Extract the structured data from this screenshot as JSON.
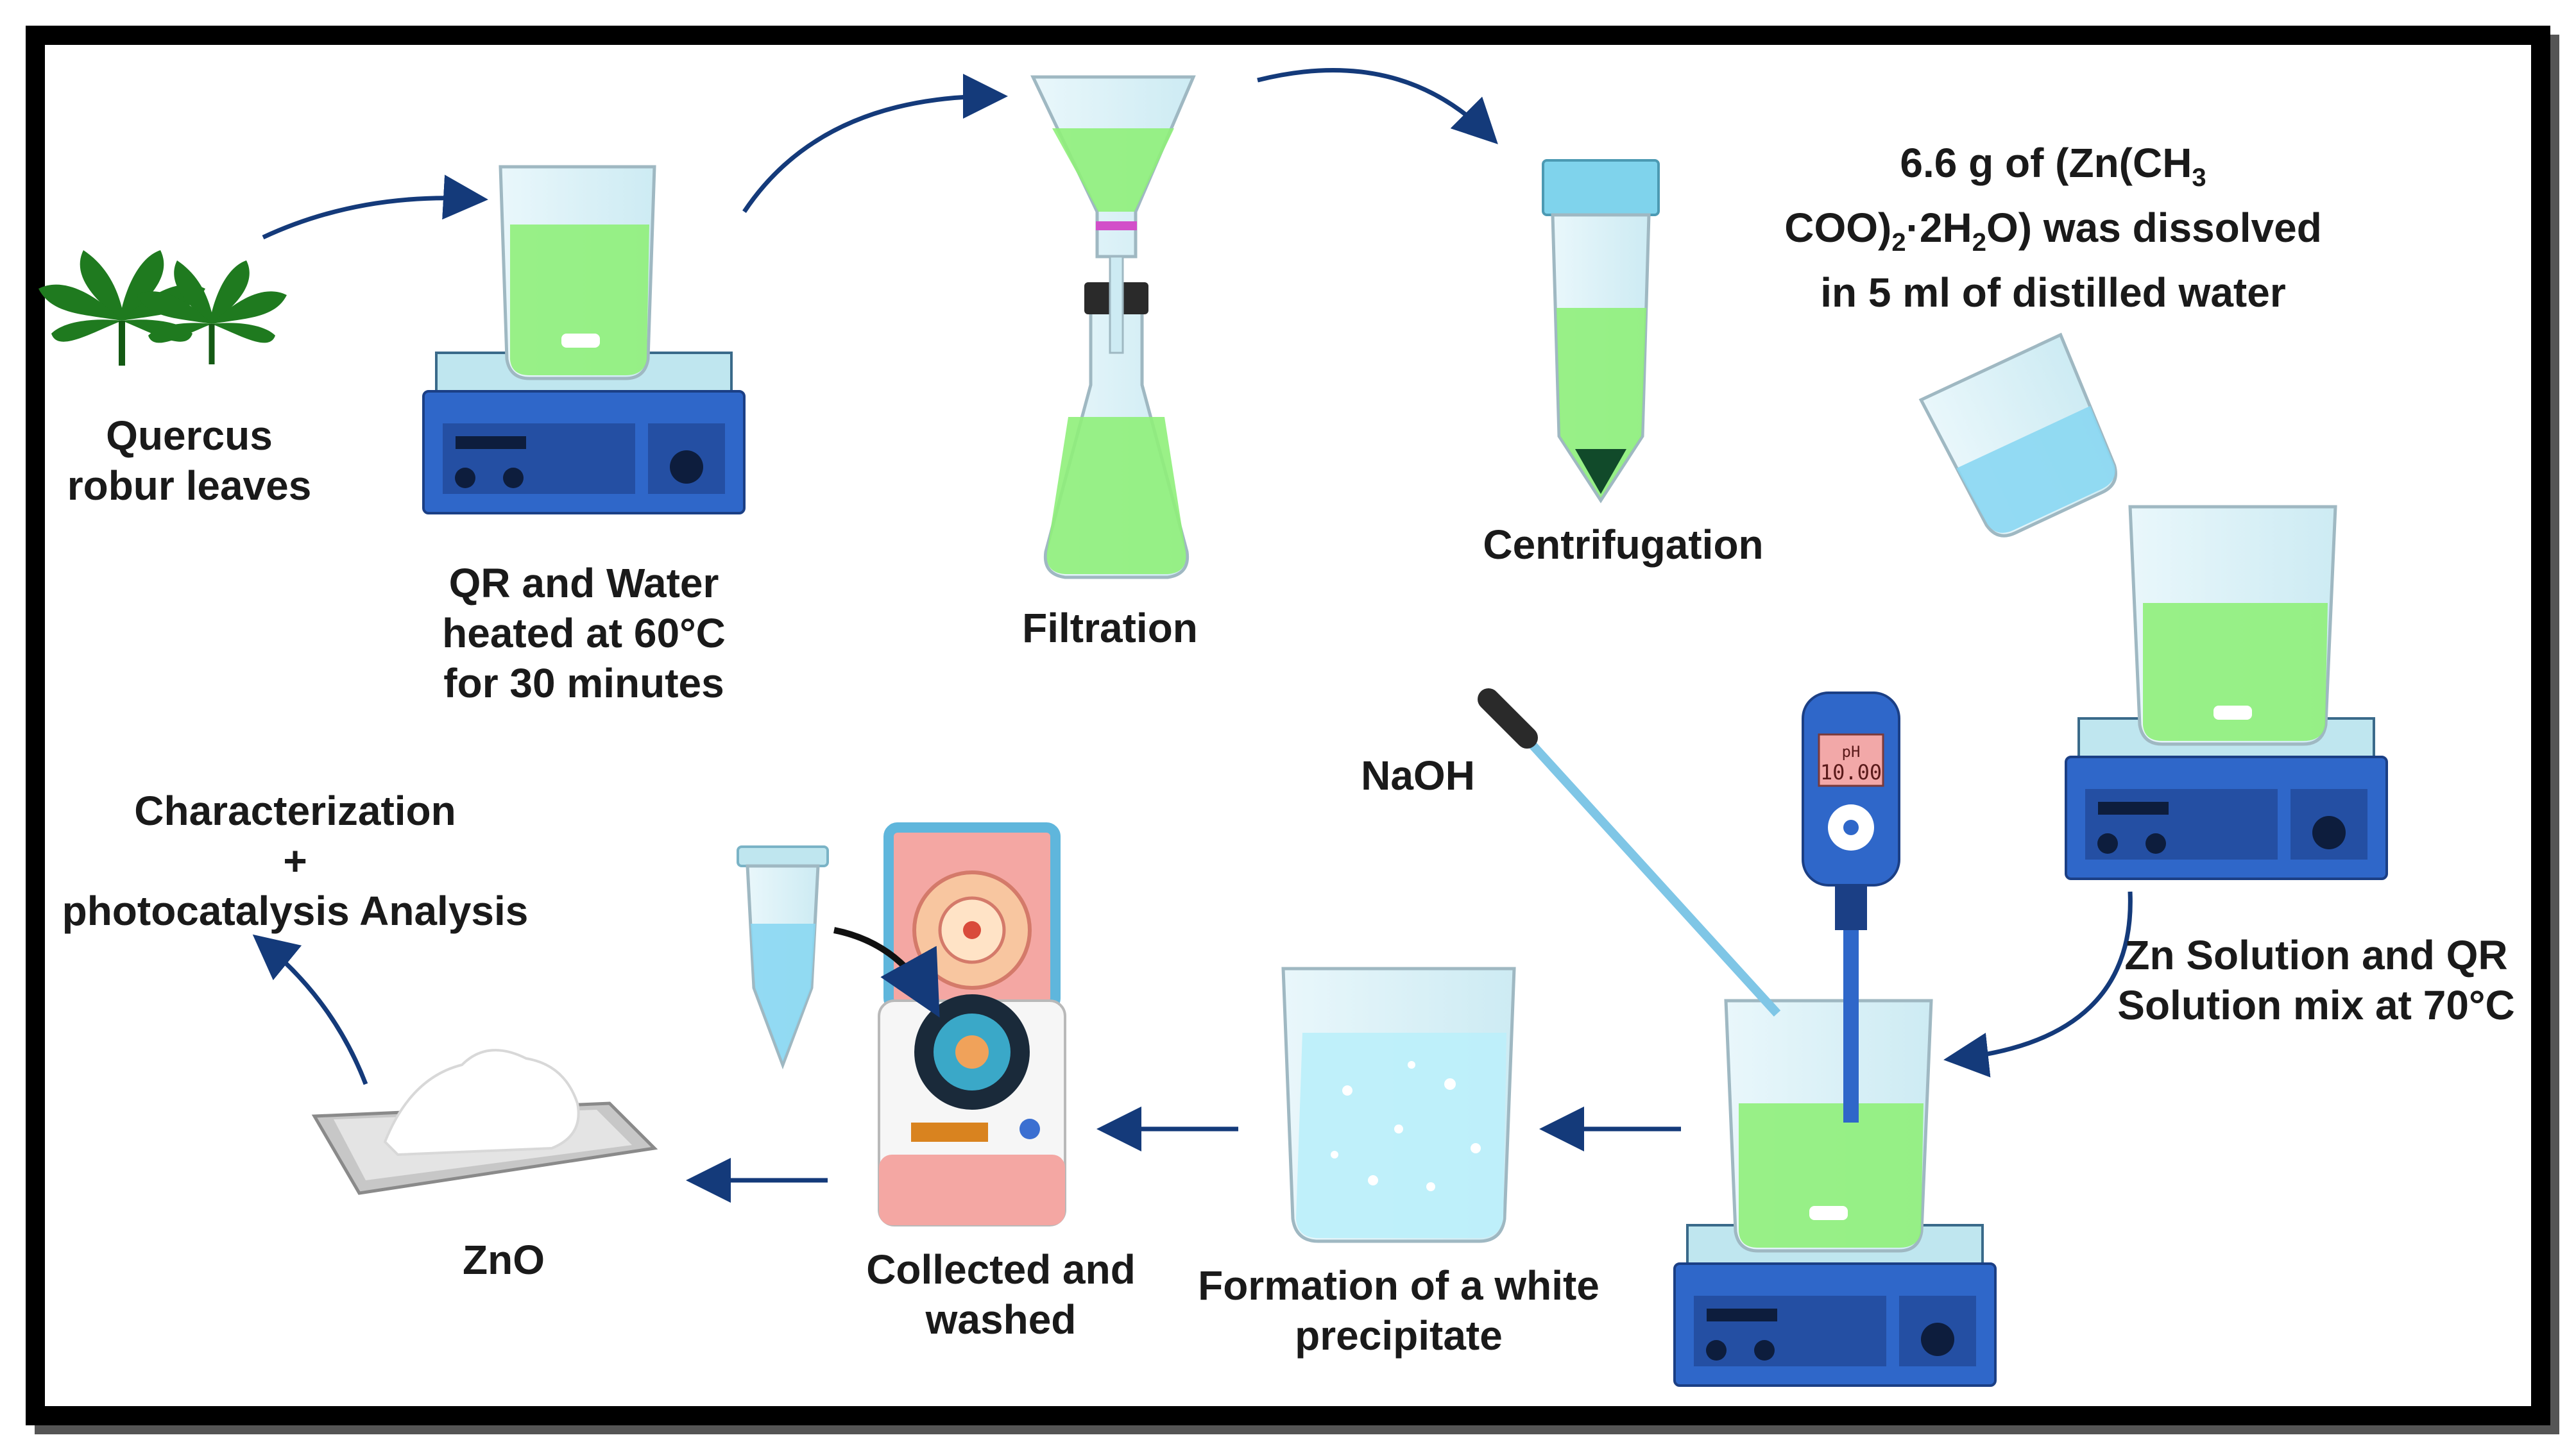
{
  "steps": {
    "leaves": {
      "line1": "Quercus",
      "line2": "robur leaves"
    },
    "heating": {
      "line1": "QR and  Water",
      "line2": "heated at 60°C",
      "line3": "for 30 minutes"
    },
    "filtration": {
      "label": "Filtration"
    },
    "centrifugation": {
      "label": "Centrifugation"
    },
    "zinc_acetate": {
      "line1_a": "6.6 g of (Zn(CH",
      "line1_sub": "3",
      "line2_a": "COO)",
      "line2_sub1": "2",
      "line2_b": "·2H",
      "line2_sub2": "2",
      "line2_c": "O) was dissolved",
      "line3": "in 5 ml of distilled water"
    },
    "mixing": {
      "line1": "Zn Solution and QR",
      "line2": "Solution mix at 70°C"
    },
    "naoh": {
      "label": "NaOH"
    },
    "ph_meter": {
      "unit": "pH",
      "value": "10.00"
    },
    "precipitate": {
      "line1": "Formation of a white",
      "line2": "precipitate"
    },
    "collected": {
      "line1": "Collected and",
      "line2": "washed"
    },
    "zno": {
      "label": "ZnO"
    },
    "characterization": {
      "line1": "Characterization",
      "line2": "+",
      "line3": "photocatalysis Analysis"
    }
  },
  "colors": {
    "arrow": "#143a7a",
    "solution_green": "#8ff07a",
    "solution_blue": "#8ad7f2",
    "stirrer_blue": "#2f67c9",
    "leaf_green": "#1f7a1f"
  }
}
